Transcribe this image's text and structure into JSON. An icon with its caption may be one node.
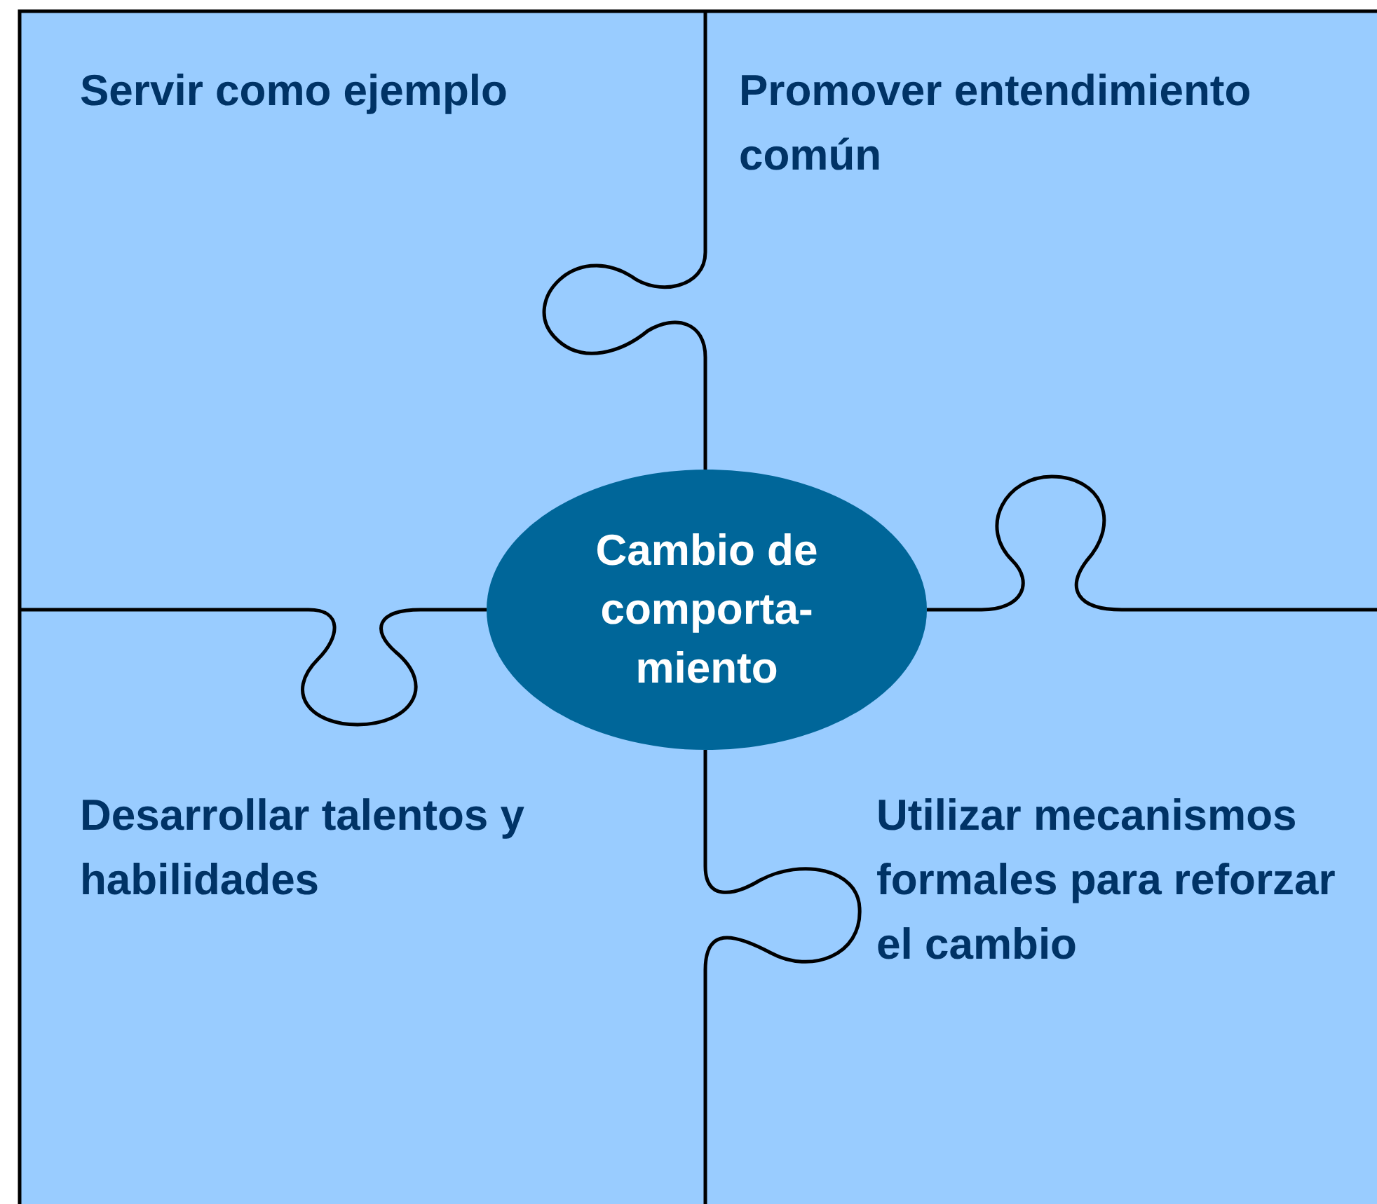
{
  "diagram": {
    "nodes": [
      {
        "text": [
          "Servir como ejemplo"
        ]
      },
      {
        "text": [
          "Promover entendimiento común"
        ]
      },
      {
        "text": [
          "Desarrollar talentos y habilidades"
        ]
      },
      {
        "text": [
          "Utilizar mecanismos formales para reforzar el cambio"
        ]
      },
      {
        "text": [
          "Cambio de comporta- miento"
        ]
      }
    ]
  }
}
